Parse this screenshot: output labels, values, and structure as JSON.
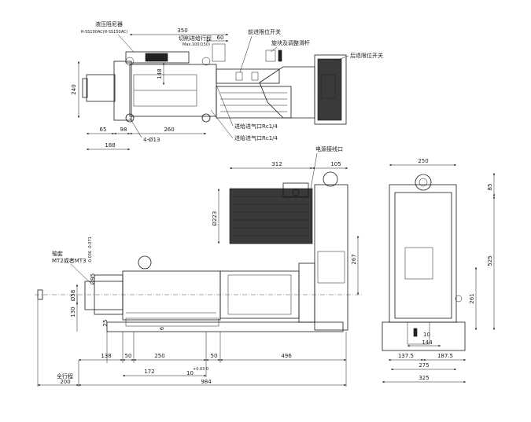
{
  "labels": {
    "damper": "液压阻尼器",
    "damper_model": "R-SS100AC(R-SS150AC)",
    "front_limit": "前进限位开关",
    "rotate_block": "旋块及调整滑杆",
    "rear_limit": "后退限位开关",
    "feed_stroke": "切削进给行程",
    "max_stroke": "Max.100(150)",
    "air_in_1": "进给进气口Rc1/4",
    "air_in_2": "进给进气口Rc1/4",
    "terminal": "电源接线口",
    "spindle_sleeve": "轴套",
    "taper": "MT2或者MT3",
    "total_stroke": "全行程"
  },
  "top_view": {
    "d_350": "350",
    "d_60": "60",
    "d_240": "240",
    "d_148": "148",
    "d_65": "65",
    "d_98": "98",
    "d_260": "260",
    "d_188": "188",
    "holes": "4-Ø13"
  },
  "side_view": {
    "d_312": "312",
    "d_105": "105",
    "d_223": "Ø223",
    "d_267": "267",
    "d_95": "Ø95",
    "d_95_tol": "-0.036 -0.071",
    "d_58": "Ø58",
    "d_130": "130",
    "d_25": "25",
    "d_6": "6",
    "d_138": "138",
    "d_50a": "50",
    "d_250": "250",
    "d_50b": "50",
    "d_496": "496",
    "d_172": "172",
    "d_10": "10",
    "d_10_tol": "+0.03 0",
    "d_200": "200",
    "d_984": "984"
  },
  "end_view": {
    "d_250": "250",
    "d_85": "85",
    "d_525": "525",
    "d_261": "261",
    "d_10": "10",
    "d_144": "144",
    "d_1375": "137.5",
    "d_1875": "187.5",
    "d_275": "275",
    "d_325": "325"
  }
}
